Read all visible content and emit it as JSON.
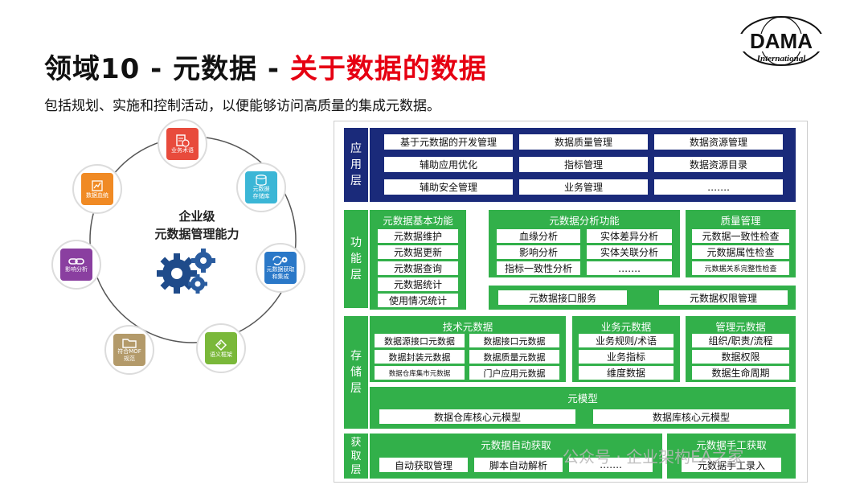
{
  "title": {
    "part1": "领域10 - 元数据 - ",
    "part2": "关于数据的数据"
  },
  "subtitle": "包括规划、实施和控制活动，以便能够访问高质量的集成元数据。",
  "logo": {
    "text_main": "DAMA",
    "text_sub": "International"
  },
  "ring": {
    "center_line1": "企业级",
    "center_line2": "元数据管理能力",
    "nodes": [
      {
        "label": "业务术语",
        "color": "#e84b3c",
        "icon": "document-clock-icon"
      },
      {
        "label": "元数据\n存储库",
        "color": "#3bb6d6",
        "icon": "database-icon"
      },
      {
        "label": "元数据获取\n和集成",
        "color": "#2a78c8",
        "icon": "refresh-gear-icon"
      },
      {
        "label": "语义框架",
        "color": "#7ab83a",
        "icon": "tag-icon"
      },
      {
        "label": "符合MOF\n规范",
        "color": "#b39a6a",
        "icon": "folder-icon"
      },
      {
        "label": "影响分析",
        "color": "#8a3fa0",
        "icon": "link-icon"
      },
      {
        "label": "数据血统",
        "color": "#f08a24",
        "icon": "lineage-icon"
      }
    ]
  },
  "diagram": {
    "app_layer": {
      "label": "应\n用\n层",
      "items": [
        "基于元数据的开发管理",
        "数据质量管理",
        "数据资源管理",
        "辅助应用优化",
        "指标管理",
        "数据资源目录",
        "辅助安全管理",
        "业务管理",
        "……."
      ]
    },
    "func_layer": {
      "label": "功\n能\n层",
      "basic_title": "元数据基本功能",
      "basic_items": [
        "元数据维护",
        "元数据更新",
        "元数据查询",
        "元数据统计",
        "使用情况统计"
      ],
      "analysis_title": "元数据分析功能",
      "analysis_items": [
        "血缘分析",
        "实体差异分析",
        "影响分析",
        "实体关联分析",
        "指标一致性分析",
        "……."
      ],
      "quality_title": "质量管理",
      "quality_items": [
        "元数据一致性检查",
        "元数据属性检查",
        "元数据关系完整性检查"
      ],
      "bottom_items": [
        "元数据接口服务",
        "元数据权限管理"
      ]
    },
    "storage_layer": {
      "label": "存\n储\n层",
      "tech_title": "技术元数据",
      "tech_items": [
        "数据源接口元数据",
        "数据接口元数据",
        "数据封装元数据",
        "数据质量元数据",
        "数据仓库集市元数据",
        "门户应用元数据"
      ],
      "biz_title": "业务元数据",
      "biz_items": [
        "业务规则/术语",
        "业务指标",
        "维度数据"
      ],
      "mgmt_title": "管理元数据",
      "mgmt_items": [
        "组织/职责/流程",
        "数据权限",
        "数据生命周期"
      ],
      "model_title": "元模型",
      "model_items": [
        "数据仓库核心元模型",
        "数据库核心元模型"
      ]
    },
    "acq_layer": {
      "label": "获\n取\n层",
      "auto_title": "元数据自动获取",
      "auto_items": [
        "自动获取管理",
        "脚本自动解析",
        "……."
      ],
      "manual_title": "元数据手工获取",
      "manual_items": [
        "元数据手工录入"
      ]
    }
  },
  "watermark": "公众号 · 企业架构EA之家",
  "colors": {
    "title_red": "#e60012",
    "app_blue": "#1a2a7a",
    "layer_green": "#32b04a"
  }
}
